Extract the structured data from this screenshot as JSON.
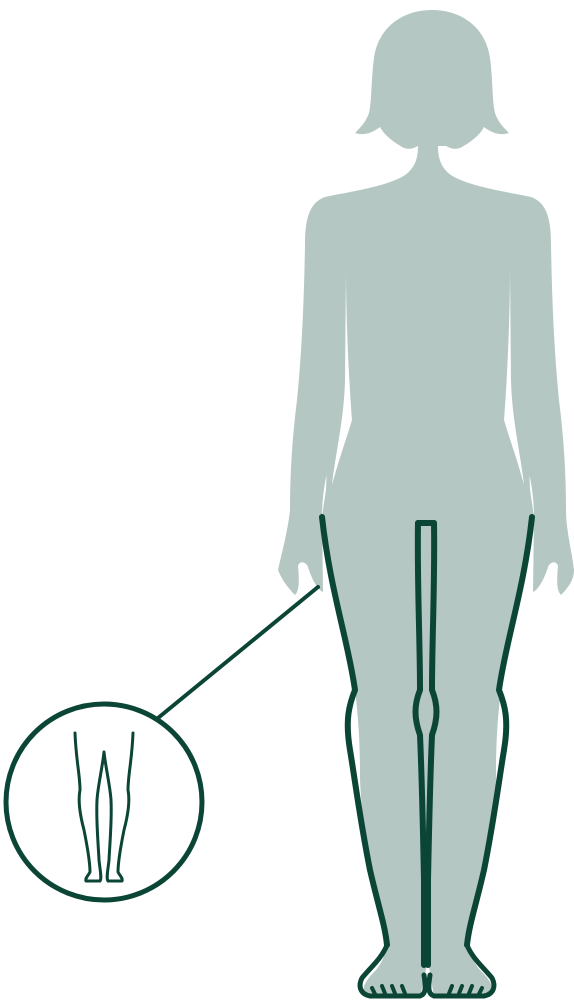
{
  "figure": {
    "colors": {
      "background": "#ffffff",
      "silhouette": "#b5c7c2",
      "outline": "#0b4536"
    },
    "parts": {
      "silhouette": "female-body-silhouette",
      "highlight": "leg-outline",
      "callout": "magnified-legs-callout"
    }
  }
}
